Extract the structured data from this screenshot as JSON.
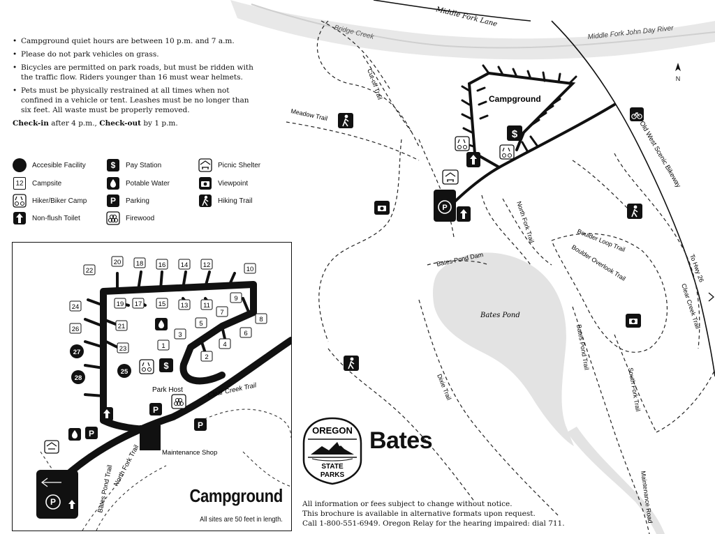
{
  "rules": [
    "Campground quiet hours are between 10 p.m. and 7 a.m.",
    "Please do not park vehicles on grass.",
    "Bicycles are permitted on park roads, but must be ridden with the traffic flow. Riders younger than 16 must wear helmets.",
    "Pets must be physically restrained at all times when not confined in a vehicle or tent. Leashes must be no longer than six feet. All waste must be properly removed."
  ],
  "checkin": {
    "label_in": "Check-in",
    "text_in": " after 4 p.m., ",
    "label_out": "Check-out",
    "text_out": " by 1 p.m."
  },
  "legend": [
    {
      "label": "Accesible Facility",
      "icon": "accessible-icon"
    },
    {
      "label": "Campsite",
      "icon": "campsite-icon",
      "glyph": "12"
    },
    {
      "label": "Hiker/Biker Camp",
      "icon": "hiker-biker-icon"
    },
    {
      "label": "Non-flush Toilet",
      "icon": "toilet-icon"
    },
    {
      "label": "Pay Station",
      "icon": "pay-station-icon",
      "glyph": "$"
    },
    {
      "label": "Potable Water",
      "icon": "water-icon"
    },
    {
      "label": "Parking",
      "icon": "parking-icon",
      "glyph": "P"
    },
    {
      "label": "Firewood",
      "icon": "firewood-icon"
    },
    {
      "label": "Picnic Shelter",
      "icon": "picnic-shelter-icon"
    },
    {
      "label": "Viewpoint",
      "icon": "viewpoint-icon"
    },
    {
      "label": "Hiking Trail",
      "icon": "hiking-trail-icon"
    }
  ],
  "map_labels": {
    "middle_fork_lane": "Middle Fork Lane",
    "river": "Middle Fork John Day River",
    "bridge_creek": "Bridge Creek",
    "cutoff_trail": "Cut-off Trail",
    "meadow_trail": "Meadow Trail",
    "campground": "Campground",
    "bikeway": "Old West Scenic Bikeway",
    "north_fork_trail": "North Fork Trail",
    "bates_pond_dam": "Bates Pond Dam",
    "boulder_loop_trail": "Boulder Loop Trail",
    "boulder_overlook_trail": "Boulder Overlook Trail",
    "to_hwy": "To Hwy 26",
    "clear_creek_trail": "Clear Creek Trail",
    "bates_pond": "Bates Pond",
    "bates_pond_trail": "Bates Pond Trail",
    "south_fork_trail": "South Fork Trail",
    "dixie_trail": "Dixie Trail",
    "maintenance_road": "Maintenance Road",
    "north": "N"
  },
  "inset": {
    "title": "Campground",
    "note": "All sites are 50 feet in length.",
    "park_host": "Park Host",
    "maintenance_shop": "Maintenance Shop",
    "clear_creek_trail": "Clear Creek Trail",
    "north_fork_trail": "North Fork Trail",
    "bates_pond_trail": "Bates Pond Trail",
    "sites_box": [
      "22",
      "20",
      "18",
      "16",
      "14",
      "12",
      "10",
      "24",
      "19",
      "17",
      "15",
      "13",
      "11",
      "9",
      "7",
      "8",
      "5",
      "6",
      "26",
      "21",
      "3",
      "4",
      "1",
      "2",
      "23"
    ],
    "sites_circle": [
      "27",
      "28"
    ],
    "site_25": "25"
  },
  "logo": {
    "top": "OREGON",
    "bottom1": "STATE",
    "bottom2": "PARKS"
  },
  "park_name": "Bates",
  "footer": [
    "All information or fees subject to change without notice.",
    "This brochure is available in alternative formats upon request.",
    "Call 1-800-551-6949. Oregon Relay for the hearing impaired: dial 711."
  ]
}
